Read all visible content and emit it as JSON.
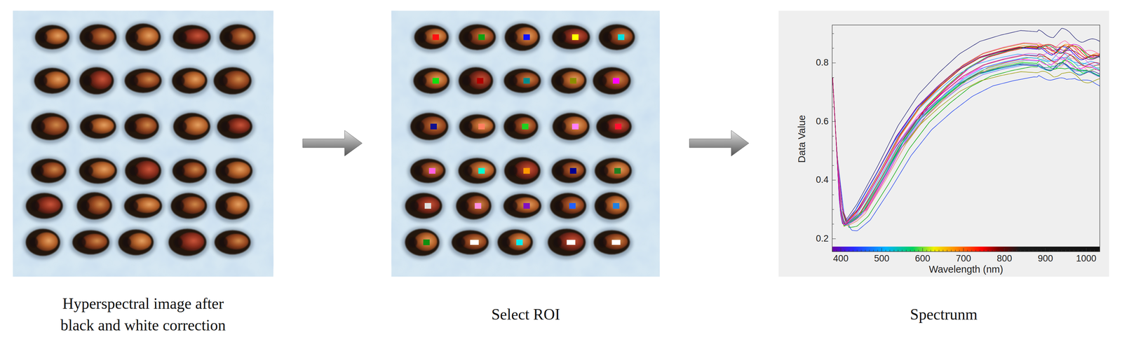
{
  "diagram": {
    "nodes": [
      {
        "text": [
          "Hyperspectral image after black and white correction"
        ]
      },
      {
        "text": [
          "Select ROI"
        ]
      },
      {
        "text": [
          "Spectrunm"
        ]
      }
    ],
    "edges": [
      {
        "from": 0,
        "to": 1,
        "arrow": "to"
      },
      {
        "from": 1,
        "to": 2,
        "arrow": "to"
      }
    ],
    "labels": [
      "0.8",
      "0.6",
      "0.4",
      "0.2",
      "Data Value",
      "400",
      "500",
      "600",
      "700",
      "800",
      "900",
      "1000",
      "Wavelength (nm)"
    ]
  }
}
